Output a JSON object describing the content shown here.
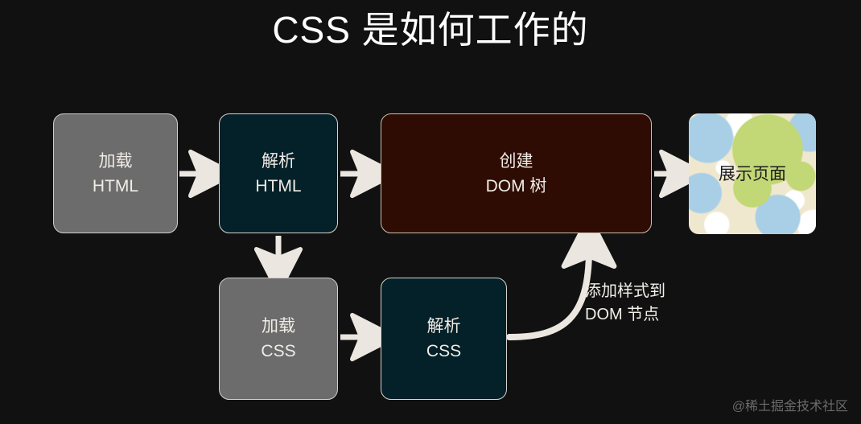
{
  "title": "CSS 是如何工作的",
  "colors": {
    "background": "#111111",
    "gray_box": "#6c6c6c",
    "teal_box": "#042028",
    "maroon_box": "#2e0c03",
    "box_border": "#d7d4cf",
    "arrow": "#ebe7e0",
    "text": "#f0ece6",
    "watermark": "#6b6b6b"
  },
  "nodes": {
    "load_html": {
      "line1": "加载",
      "line2": "HTML"
    },
    "parse_html": {
      "line1": "解析",
      "line2": "HTML"
    },
    "create_dom": {
      "line1": "创建",
      "line2": "DOM 树"
    },
    "render_page": {
      "line1": "展示页面"
    },
    "load_css": {
      "line1": "加载",
      "line2": "CSS"
    },
    "parse_css": {
      "line1": "解析",
      "line2": "CSS"
    }
  },
  "edges": {
    "apply_styles": {
      "line1": "添加样式到",
      "line2": "DOM 节点"
    }
  },
  "watermark": "@稀土掘金技术社区"
}
